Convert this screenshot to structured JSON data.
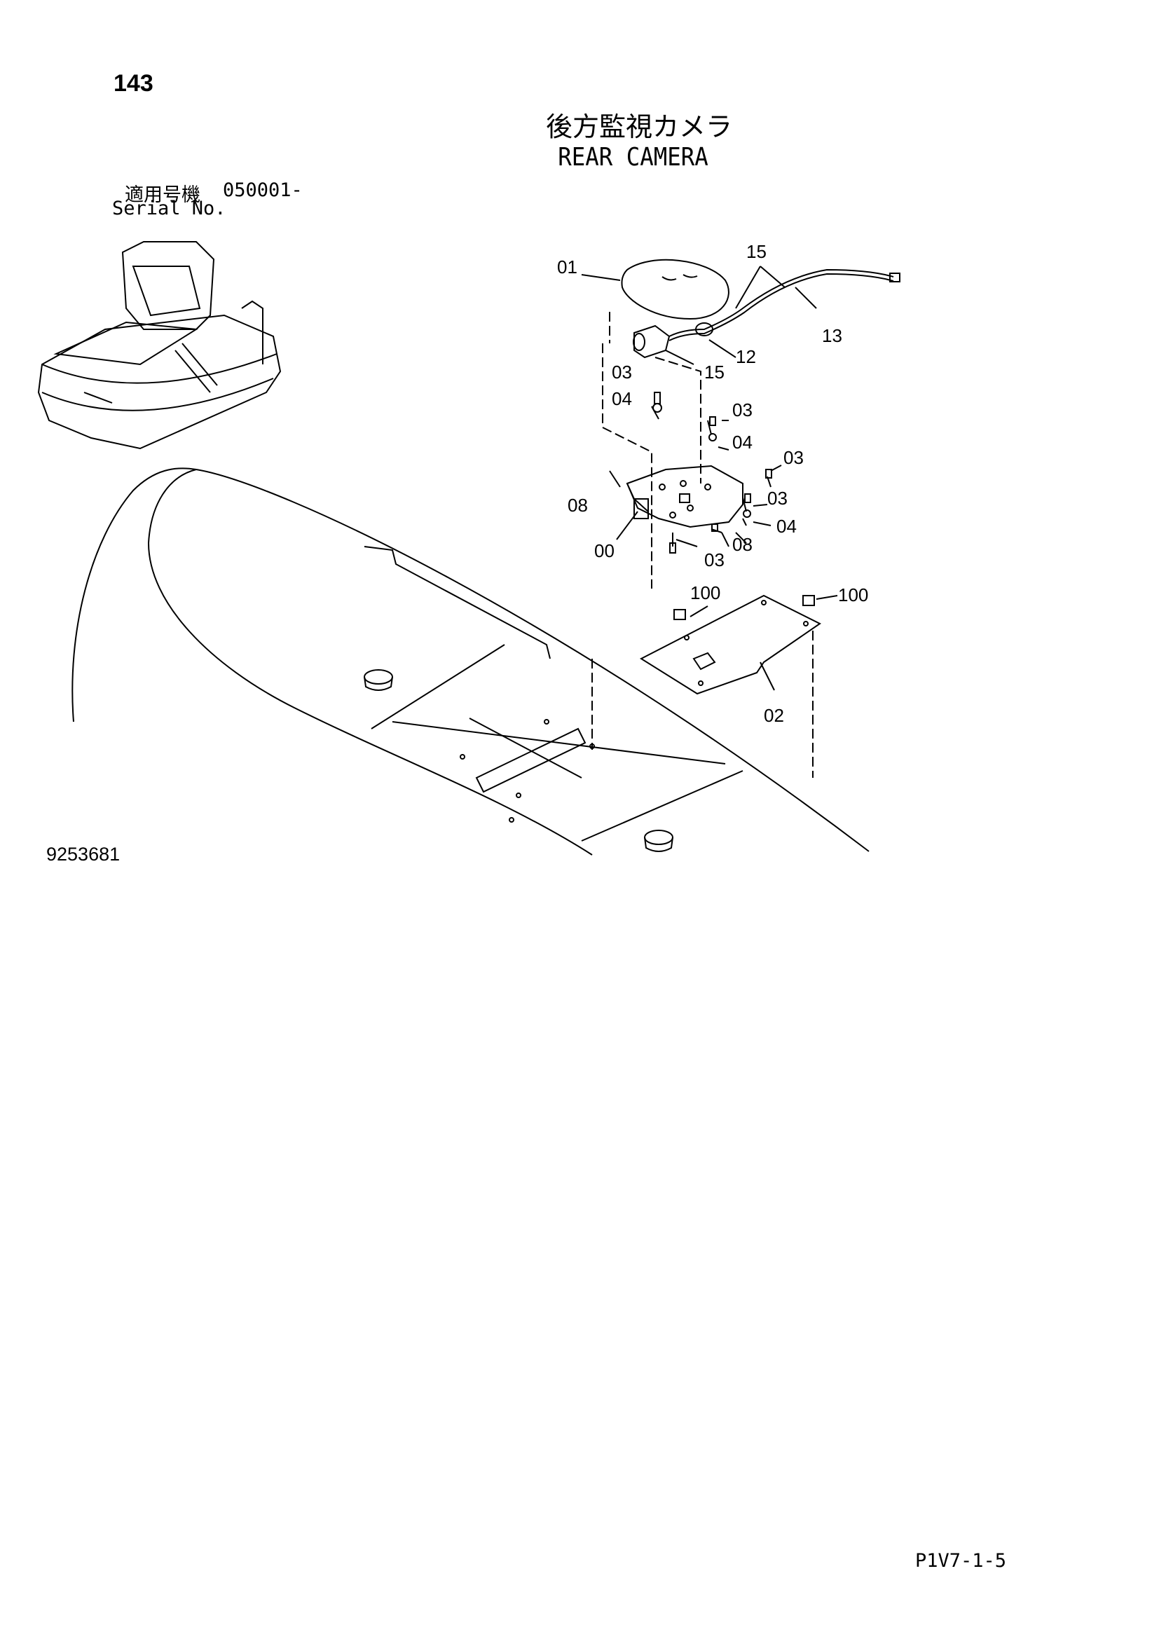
{
  "header": {
    "page_number": "143",
    "title_jp": "後方監視カメラ",
    "title_en": "REAR CAMERA"
  },
  "serial": {
    "label_jp": "適用号機",
    "number": "050001-",
    "label_en": "Serial No."
  },
  "diagram": {
    "callouts": [
      "01",
      "15",
      "13",
      "12",
      "15",
      "03",
      "04",
      "03",
      "04",
      "03",
      "08",
      "03",
      "04",
      "00",
      "08",
      "03",
      "100",
      "100",
      "02"
    ]
  },
  "footer": {
    "figure_number": "9253681",
    "page_code": "P1V7-1-5"
  }
}
